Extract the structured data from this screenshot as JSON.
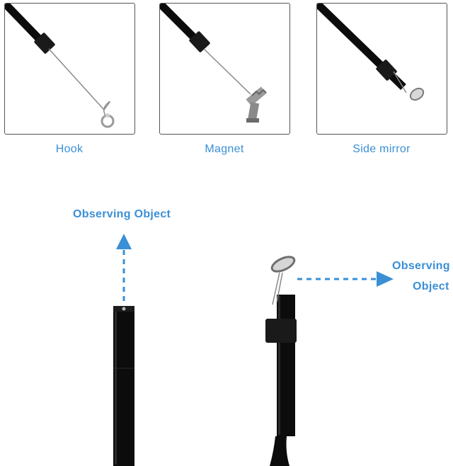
{
  "accessories": [
    {
      "label": "Hook",
      "icon": "hook-icon"
    },
    {
      "label": "Magnet",
      "icon": "magnet-icon"
    },
    {
      "label": "Side mirror",
      "icon": "side-mirror-icon"
    }
  ],
  "views": {
    "front": {
      "label": "Observing Object"
    },
    "side": {
      "label_line1": "Observing",
      "label_line2": "Object"
    }
  },
  "colors": {
    "accent": "#3a8fd6",
    "tube": "#0c0c0c",
    "frame": "#555555"
  }
}
